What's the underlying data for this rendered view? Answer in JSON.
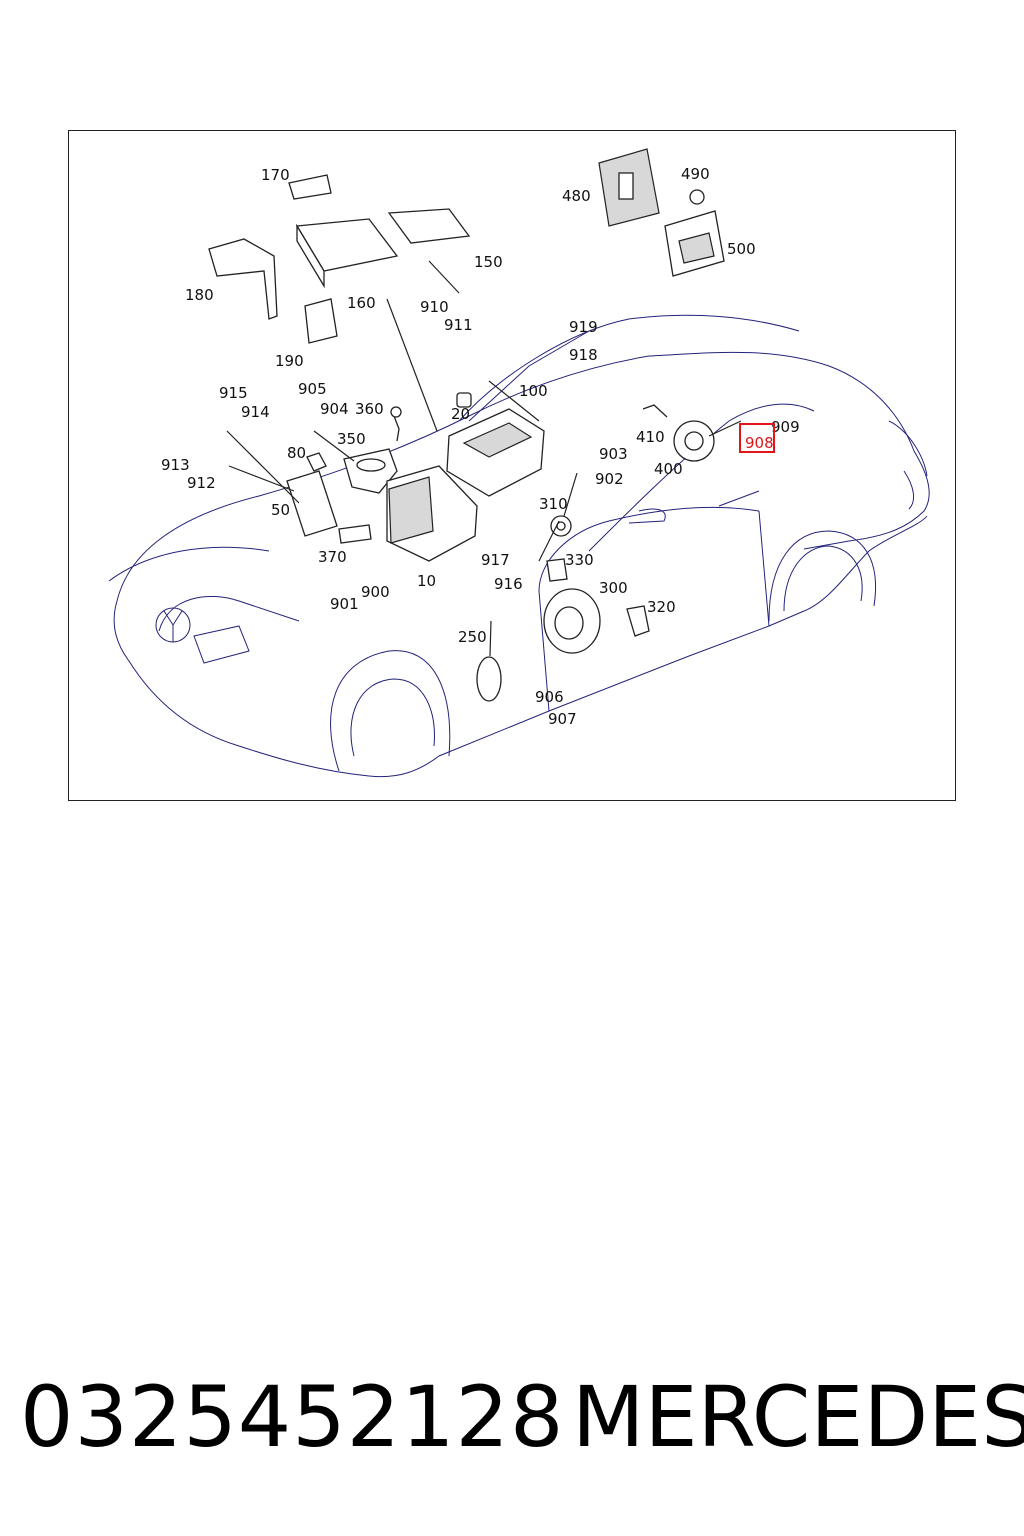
{
  "diagram": {
    "callouts": [
      "170",
      "150",
      "480",
      "490",
      "500",
      "180",
      "160",
      "910",
      "911",
      "919",
      "918",
      "190",
      "100",
      "915",
      "905",
      "914",
      "904",
      "360",
      "20",
      "410",
      "909",
      "908",
      "350",
      "903",
      "400",
      "913",
      "80",
      "902",
      "912",
      "310",
      "50",
      "330",
      "917",
      "370",
      "916",
      "300",
      "320",
      "10",
      "901",
      "900",
      "250",
      "906",
      "907"
    ],
    "highlighted_callout": "908",
    "colors": {
      "car_outline": "#23237a",
      "highlight": "#e0161b",
      "parts": "#222222"
    }
  },
  "footer": {
    "part_number": "0325452128",
    "brand": "MERCEDES"
  }
}
